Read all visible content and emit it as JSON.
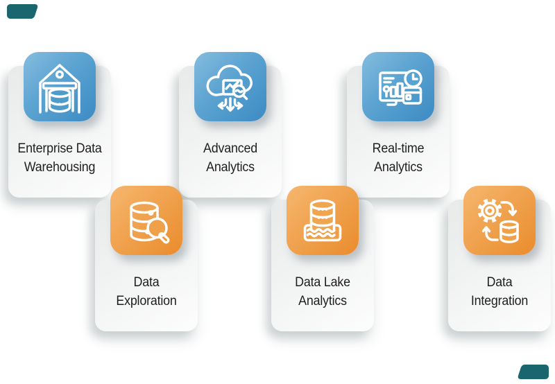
{
  "page": {
    "background": "#ffffff",
    "type": "feature-cards-infographic"
  },
  "palette": {
    "blue_gradient_start": "#85bcde",
    "blue_gradient_end": "#3c8bc4",
    "orange_gradient_start": "#f6b76e",
    "orange_gradient_end": "#ea8c2c",
    "card_gradient_start": "#e8eaea",
    "card_gradient_end": "#fdfdfd",
    "text_color": "#1e1e1e",
    "accent_color": "#19666f"
  },
  "accents": {
    "top_left": "corner-accent",
    "bottom_right": "corner-accent"
  },
  "cards": [
    {
      "id": "enterprise-data-warehousing",
      "label_line1": "Enterprise Data",
      "label_line2": "Warehousing",
      "icon": "warehouse-database-icon",
      "color": "blue"
    },
    {
      "id": "advanced-analytics",
      "label_line1": "Advanced",
      "label_line2": "Analytics",
      "icon": "cloud-analytics-icon",
      "color": "blue"
    },
    {
      "id": "real-time-analytics",
      "label_line1": "Real-time",
      "label_line2": "Analytics",
      "icon": "dashboard-clock-calendar-icon",
      "color": "blue"
    },
    {
      "id": "data-exploration",
      "label_line1": "Data",
      "label_line2": "Exploration",
      "icon": "database-magnifier-icon",
      "color": "orange"
    },
    {
      "id": "data-lake-analytics",
      "label_line1": "Data Lake",
      "label_line2": "Analytics",
      "icon": "database-lake-icon",
      "color": "orange"
    },
    {
      "id": "data-integration",
      "label_line1": "Data",
      "label_line2": "Integration",
      "icon": "gear-database-sync-icon",
      "color": "orange"
    }
  ]
}
